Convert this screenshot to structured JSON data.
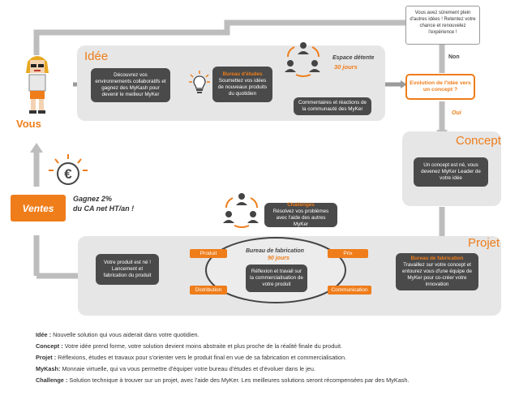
{
  "panels": {
    "idee": "Idée",
    "concept": "Concept",
    "projet": "Projet"
  },
  "vous": "Vous",
  "ventes": "Ventes",
  "gain": {
    "line1": "Gagnez 2%",
    "line2": "du CA net HT/an !"
  },
  "idee_box": "Découvrez vos environnements collaboratifs et gagnez des MyKash pour devenir le meilleur MyKer",
  "bureau_etudes": {
    "title": "Bureau d'études",
    "text": "Soumettez vos idées de nouveaux produits du quotidien"
  },
  "espace_detente": {
    "title": "Espace détente",
    "duration": "30 jours"
  },
  "commentaires": "Commentaires et réactions de la communauté des MyKer",
  "evolution": "Evolution de l'idée vers un concept ?",
  "non_label": "Non",
  "oui_label": "Oui",
  "retry_note": "Vous avez sûrement plein d'autres idées ! Retentez votre chance et renouvelez l'expérience !",
  "concept_box": "Un concept est né, vous devenez MyKer Leader de votre idée",
  "challenges": {
    "title": "Challenges",
    "text": "Résolvez vos problèmes avec l'aide des autres MyKer"
  },
  "bureau_fabrication_center": {
    "title": "Bureau de fabrication",
    "duration": "90 jours",
    "text": "Réflexion et travail sur la commercialisation de votre produit"
  },
  "bureau_fabrication_right": {
    "title": "Bureau de fabrication",
    "text": "Travaillez sur votre concept et entourez vous d'une équipe de MyKer pour co-créer votre innovation"
  },
  "produit_box": "Votre produit est né ! Lancement et fabrication du produit",
  "tags": {
    "produit": "Produit",
    "prix": "Prix",
    "distribution": "Distribution",
    "communication": "Communication"
  },
  "legend": [
    {
      "term": "Idée :",
      "text": "Nouvelle solution qui vous aiderait dans votre quotidien."
    },
    {
      "term": "Concept :",
      "text": "Votre idée prend forme, votre solution devient moins abstraite et plus proche de la réalité finale du produit."
    },
    {
      "term": "Projet :",
      "text": "Réflexions, études et travaux pour s'orienter vers le produit final en vue de sa fabrication et commercialisation."
    },
    {
      "term": "MyKash:",
      "text": "Monnaie virtuelle, qui va vous permettre d'équiper votre bureau d'études et d'évoluer dans le jeu."
    },
    {
      "term": "Challenge :",
      "text": "Solution technique à trouver sur un projet, avec l'aide des MyKer. Les meilleures solutions seront récompensées par des MyKash."
    }
  ],
  "colors": {
    "orange": "#ef7d1a",
    "panel": "#e6e6e6",
    "dark": "#4a4a4a",
    "arrow": "#b8b8b8"
  },
  "icons": [
    "avatar-girl-icon",
    "euro-coin-icon",
    "lightbulb-icon",
    "people-cycle-icon"
  ]
}
